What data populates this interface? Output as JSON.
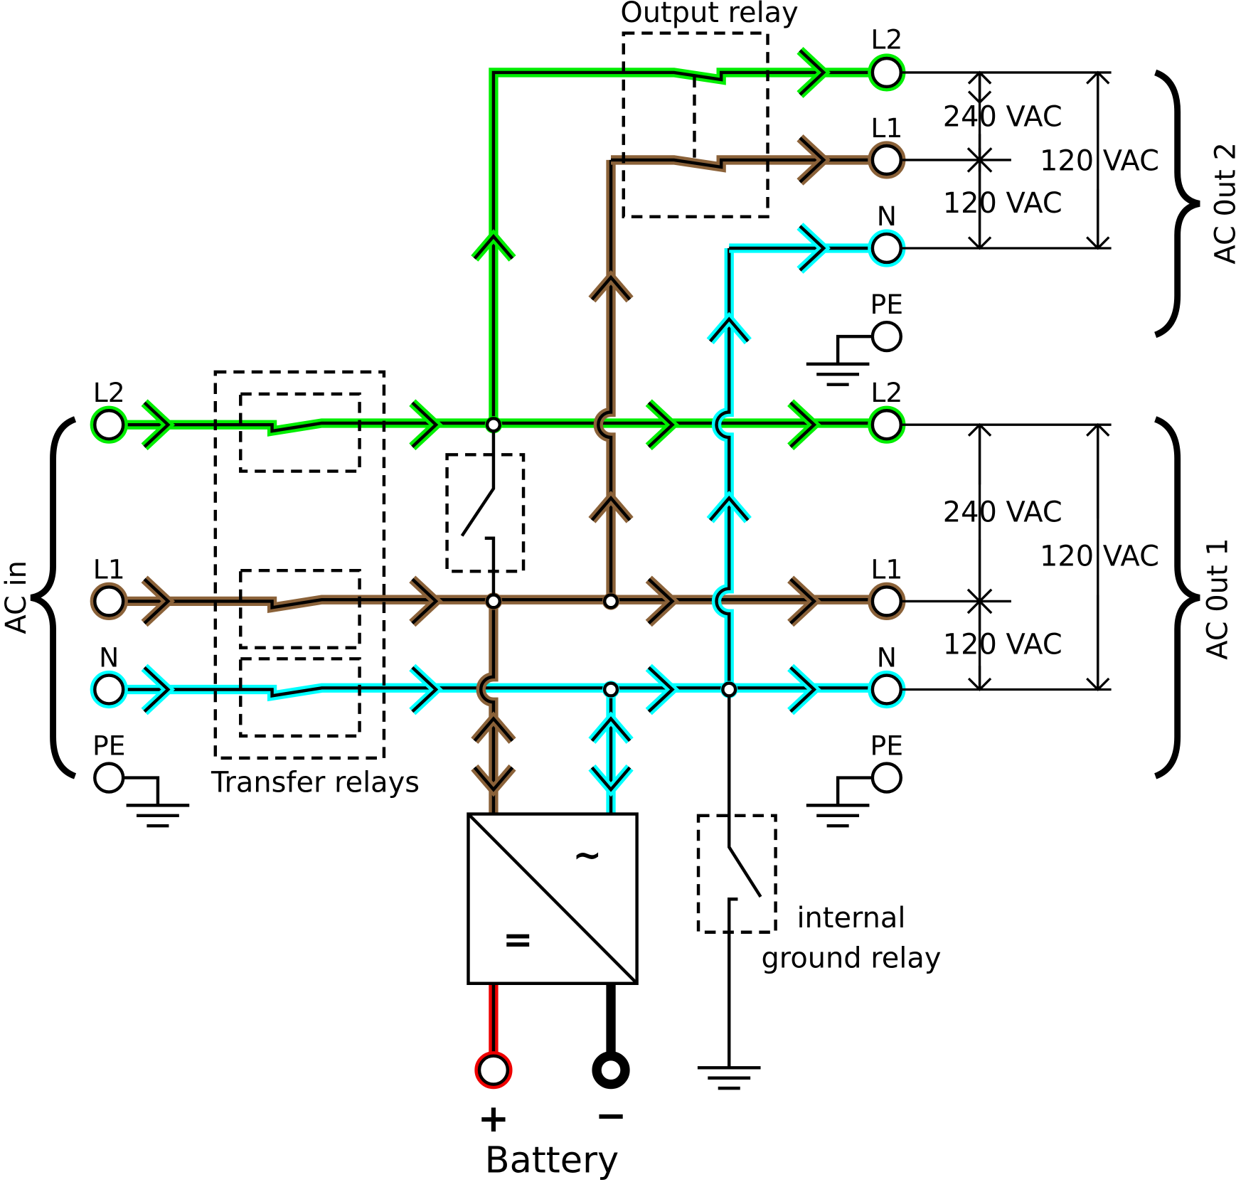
{
  "colors": {
    "L2": "#00ee00",
    "L1": "#8b6239",
    "N": "#00ffff",
    "battery_pos": "#ee0000",
    "line": "#000000"
  },
  "labels": {
    "output_relay": "Output relay",
    "transfer_relays": "Transfer relays",
    "ground_relay_1": "internal",
    "ground_relay_2": "ground relay",
    "battery": "Battery",
    "plus": "+",
    "minus": "−",
    "ac_in": "AC in",
    "ac_out_1": "AC 0ut 1",
    "ac_out_2": "AC 0ut 2",
    "inverter_ac": "~",
    "inverter_dc": "="
  },
  "terminals": {
    "in": {
      "L2": "L2",
      "L1": "L1",
      "N": "N",
      "PE": "PE"
    },
    "out1": {
      "L2": "L2",
      "L1": "L1",
      "N": "N",
      "PE": "PE"
    },
    "out2": {
      "L2": "L2",
      "L1": "L1",
      "N": "N",
      "PE": "PE"
    }
  },
  "voltages": {
    "out2": {
      "a": "240 VAC",
      "b": "120 VAC",
      "c": "120 VAC"
    },
    "out1": {
      "a": "240 VAC",
      "b": "120 VAC",
      "c": "120 VAC"
    }
  }
}
